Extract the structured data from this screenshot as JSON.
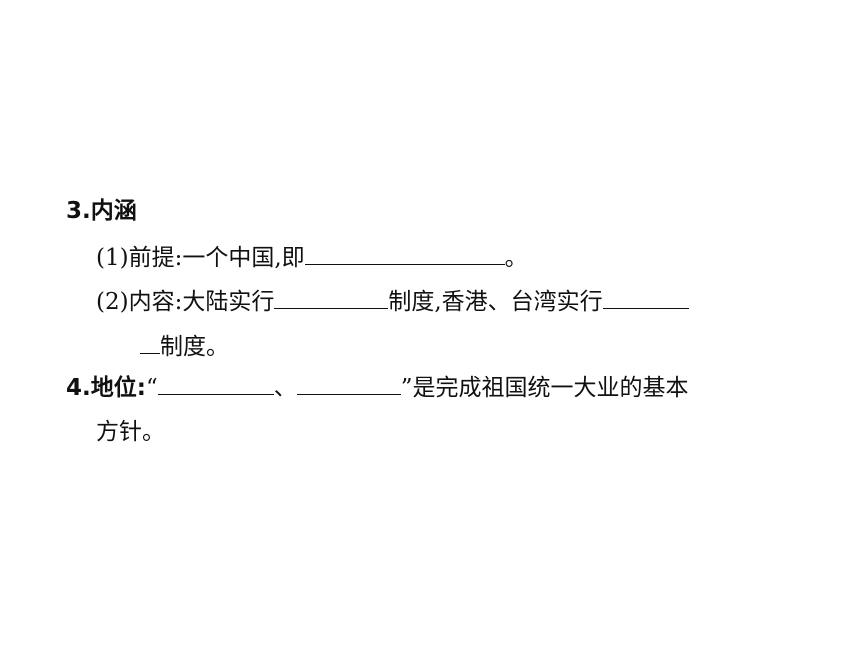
{
  "section3": {
    "heading": "3.内涵",
    "item1": {
      "prefix": "(1)前提:一个中国,即",
      "suffix": "。"
    },
    "item2": {
      "prefix": "(2)内容:大陆实行",
      "middle": "制度,香港、台湾实行",
      "continuation": "制度。"
    }
  },
  "section4": {
    "label": "4.地位:",
    "open_quote": "“",
    "separator": "、",
    "close_text": "”是完成祖国统一大业的基本",
    "continuation": "方针。"
  }
}
